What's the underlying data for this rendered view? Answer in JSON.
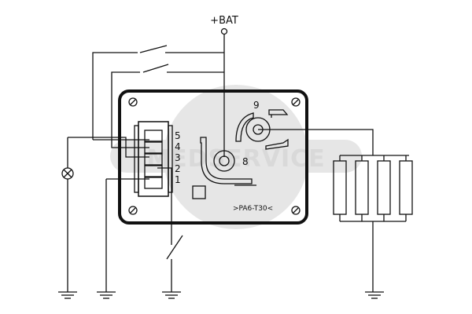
{
  "labels": {
    "supply": "+BAT",
    "part_number": ">PA6-T30<",
    "watermark": "MEDSERVICE",
    "terminal_9": "9",
    "terminal_8": "8"
  },
  "connector_pins": [
    "5",
    "4",
    "3",
    "2",
    "1"
  ],
  "colors": {
    "line": "#111111",
    "watermark": "#d9d9d9"
  }
}
